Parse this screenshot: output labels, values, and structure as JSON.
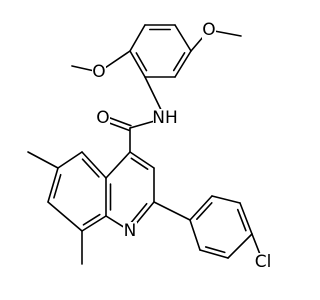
{
  "structure": {
    "atoms": [
      {
        "label": "O",
        "role": "methoxy-oxygen-top"
      },
      {
        "label": "O",
        "role": "methoxy-oxygen-left"
      },
      {
        "label": "O",
        "role": "carbonyl-oxygen"
      },
      {
        "label": "NH",
        "role": "amide-nitrogen"
      },
      {
        "label": "N",
        "role": "quinoline-nitrogen"
      },
      {
        "label": "Cl",
        "role": "chlorine"
      }
    ],
    "bond_color": "#000000",
    "background": "#ffffff"
  }
}
